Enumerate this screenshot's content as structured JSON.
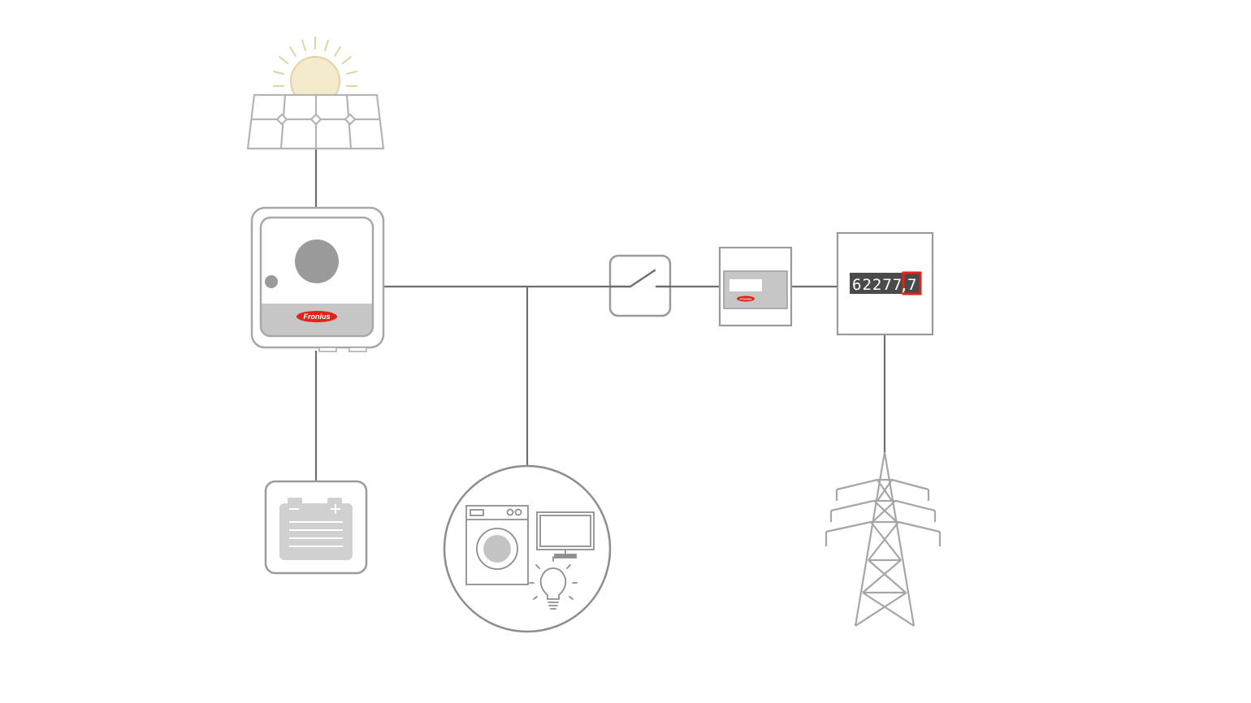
{
  "diagram": {
    "inverter": {
      "brand": "Fronius"
    },
    "smart_meter": {
      "brand": "Fronius"
    },
    "grid_meter": {
      "counter_digits": "62277",
      "counter_separator": ",",
      "counter_decimal": "7"
    }
  },
  "colors": {
    "line": "#6e6e6e",
    "device_outline": "#9a9a9a",
    "device_fill_light": "#c4c4c4",
    "sun": "#e2d3a4",
    "brand_red": "#e2231a",
    "counter_bg": "#4a4a4a"
  },
  "icons": [
    "solar-panel-icon",
    "sun-icon",
    "inverter-icon",
    "battery-icon",
    "household-loads-icon",
    "washing-machine-icon",
    "tv-icon",
    "light-bulb-icon",
    "switch-icon",
    "smart-meter-icon",
    "energy-meter-icon",
    "power-pylon-icon"
  ]
}
